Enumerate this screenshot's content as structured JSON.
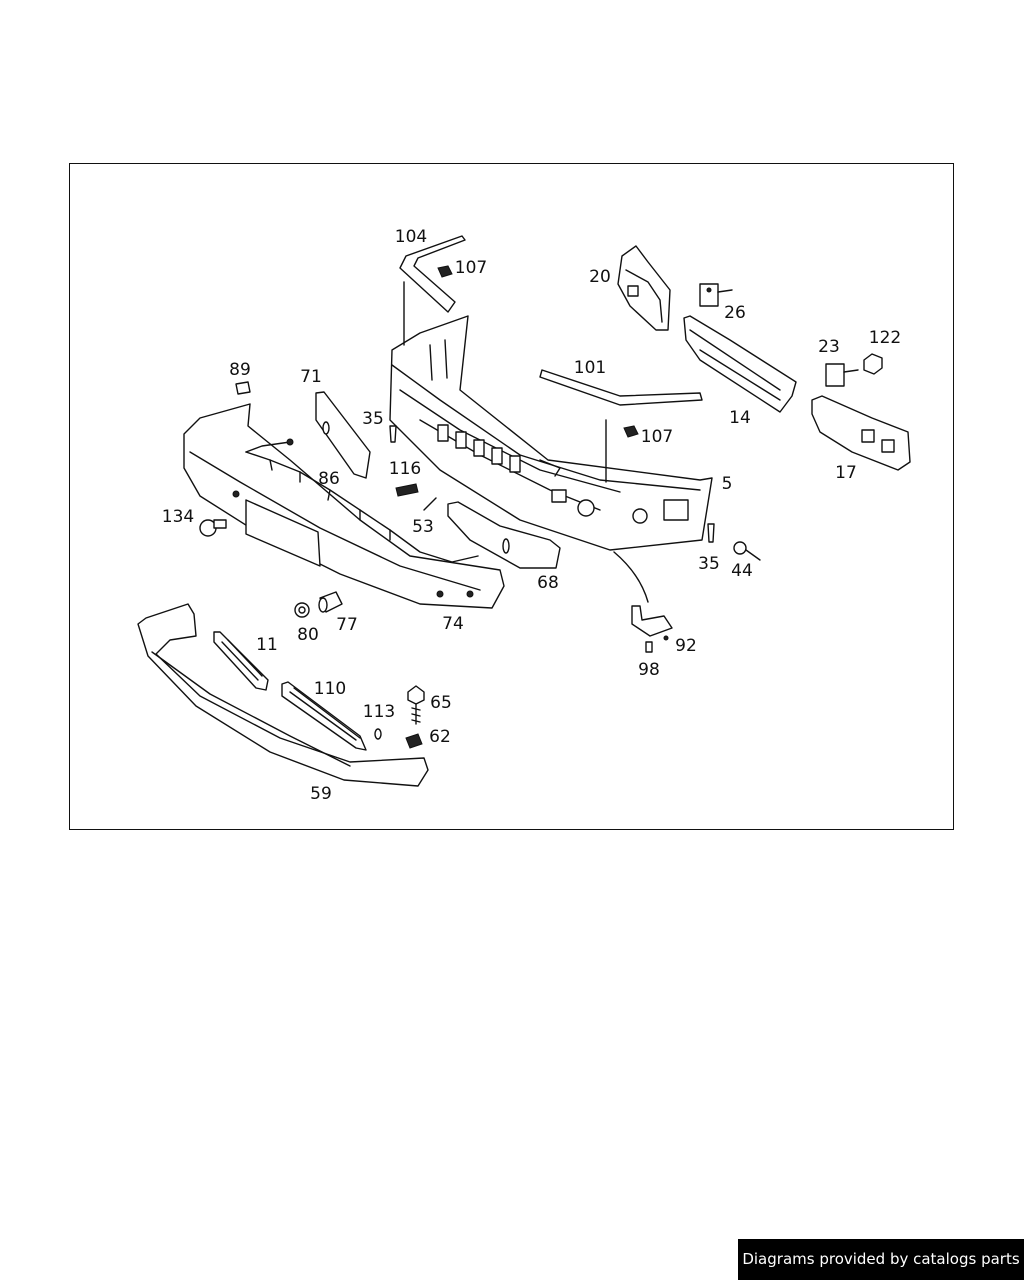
{
  "diagram": {
    "labels": [
      "104",
      "107",
      "20",
      "26",
      "122",
      "23",
      "101",
      "89",
      "71",
      "35",
      "14",
      "107",
      "116",
      "86",
      "5",
      "17",
      "134",
      "53",
      "68",
      "35",
      "44",
      "80",
      "77",
      "74",
      "11",
      "92",
      "98",
      "110",
      "65",
      "113",
      "62",
      "59"
    ]
  },
  "watermark": {
    "text": "Diagrams provided by catalogs parts"
  },
  "colors": {
    "line": "#111111",
    "background": "#ffffff",
    "watermark_bg": "#000000"
  }
}
